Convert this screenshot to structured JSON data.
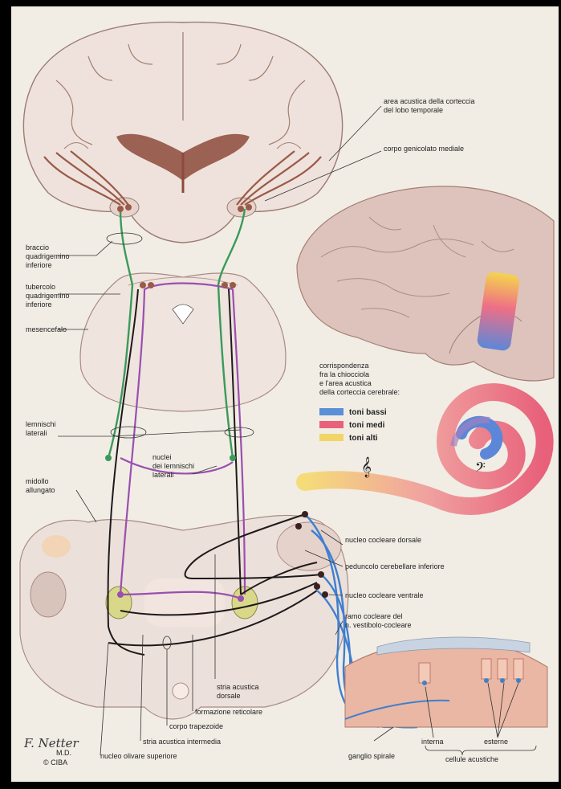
{
  "labels": {
    "area_acustica": [
      "area acustica della corteccia",
      "del lobo temporale"
    ],
    "corpo_genicolato": "corpo genicolato mediale",
    "braccio": [
      "braccio",
      "quadrigemino",
      "inferiore"
    ],
    "tubercolo": [
      "tubercolo",
      "quadrigemino",
      "inferiore"
    ],
    "mesencefalo": "mesencefalo",
    "corrispondenza": [
      "corrispondenza",
      "fra la chiocciola",
      "e l'area acustica",
      "della corteccia cerebrale:"
    ],
    "lemnischi": [
      "lemnischi",
      "laterali"
    ],
    "nuclei_lemnischi": [
      "nuclei",
      "dei lemnischi",
      "laterali"
    ],
    "midollo": [
      "midollo",
      "allungato"
    ],
    "nucleo_dorsale": "nucleo cocleare dorsale",
    "peduncolo": "peduncolo cerebellare inferiore",
    "nucleo_ventrale": "nucleo cocleare ventrale",
    "ramo": [
      "ramo cocleare del",
      "n. vestibolo-cocleare"
    ],
    "stria_dorsale": [
      "stria acustica",
      "dorsale"
    ],
    "formazione": "formazione reticolare",
    "corpo_trapezoide": "corpo trapezoide",
    "stria_intermedia": "stria acustica intermedia",
    "nucleo_olivare": "nucleo olivare superiore",
    "ganglio": "ganglio spirale",
    "interna": "interna",
    "esterne": "esterne",
    "cellule": "cellule acustiche"
  },
  "legend": [
    {
      "label": "toni bassi",
      "color": "#5b8fd6"
    },
    {
      "label": "toni medi",
      "color": "#e8607a"
    },
    {
      "label": "toni alti",
      "color": "#f2d566"
    }
  ],
  "signature": {
    "name": "F. Netter",
    "md": "M.D.",
    "copyright": "© CIBA"
  },
  "colors": {
    "pathway_green": "#3a9a5a",
    "pathway_purple": "#9a4fb0",
    "pathway_black": "#1e1a1a",
    "pathway_blue": "#3f7fd0",
    "tissue": "#e9dcd6",
    "cortex": "#d8bfb8"
  },
  "icons": [
    "treble-clef-icon",
    "bass-clef-icon"
  ]
}
